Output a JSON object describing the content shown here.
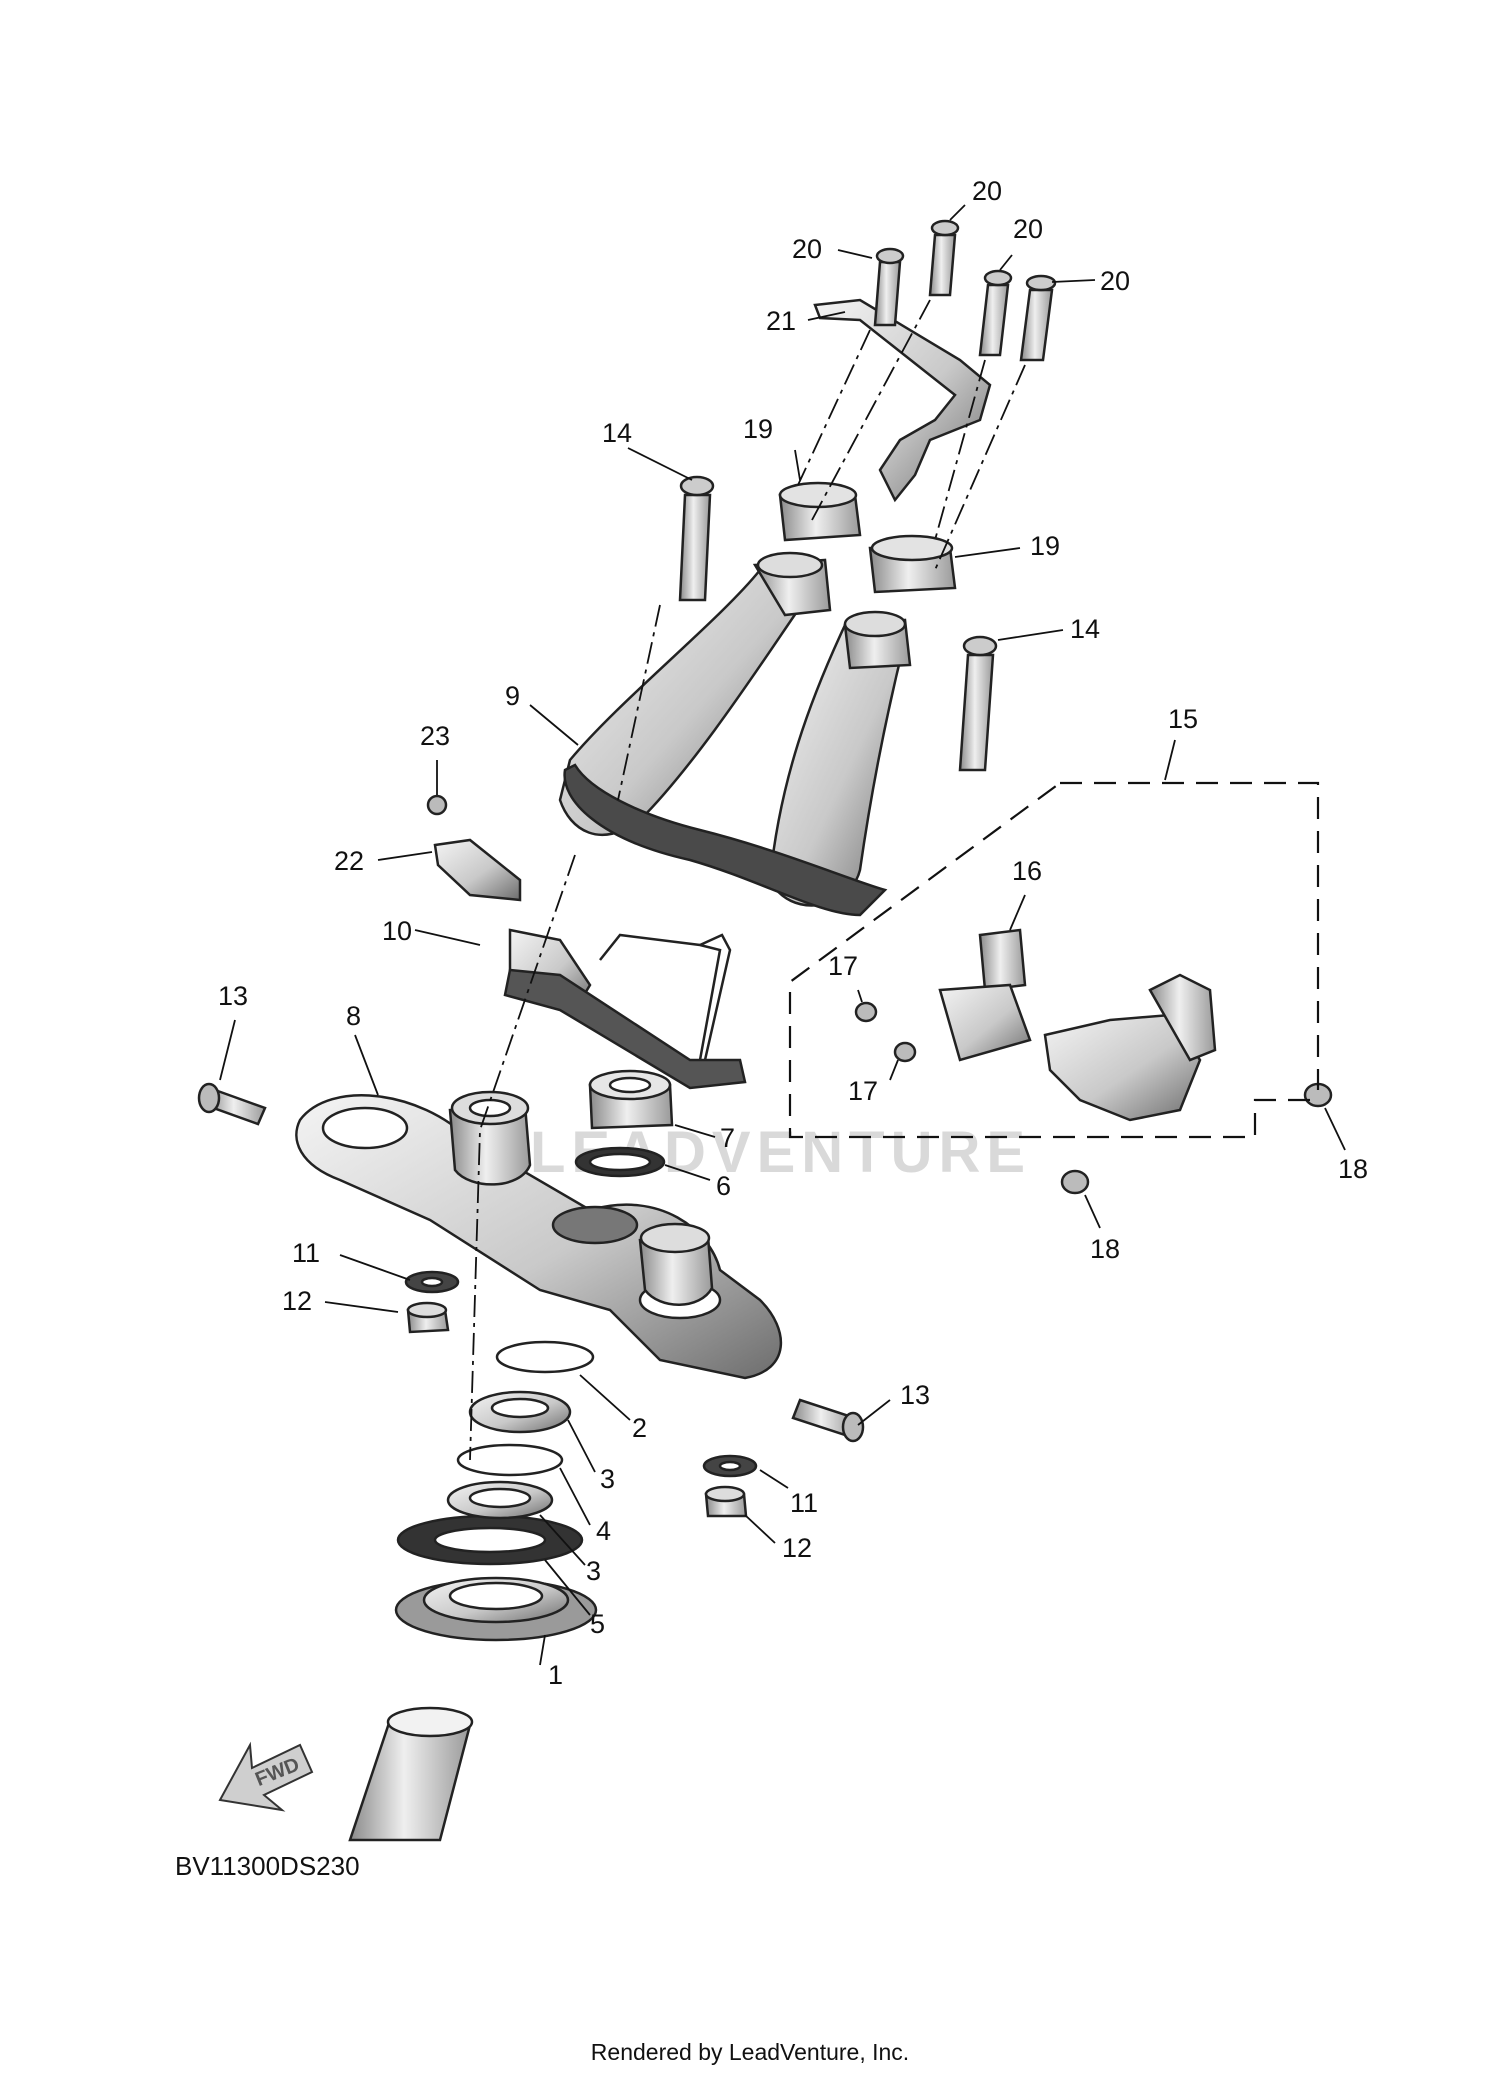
{
  "diagram": {
    "code": "BV11300DS230",
    "footer": "Rendered by LeadVenture, Inc.",
    "watermark": "LEADVENTURE",
    "fwd_label": "FWD",
    "callouts": [
      "1",
      "2",
      "3",
      "4",
      "3",
      "5",
      "6",
      "7",
      "8",
      "9",
      "10",
      "11",
      "12",
      "11",
      "12",
      "13",
      "13",
      "14",
      "14",
      "15",
      "16",
      "17",
      "17",
      "18",
      "18",
      "19",
      "19",
      "20",
      "20",
      "20",
      "20",
      "21",
      "22",
      "23"
    ]
  }
}
